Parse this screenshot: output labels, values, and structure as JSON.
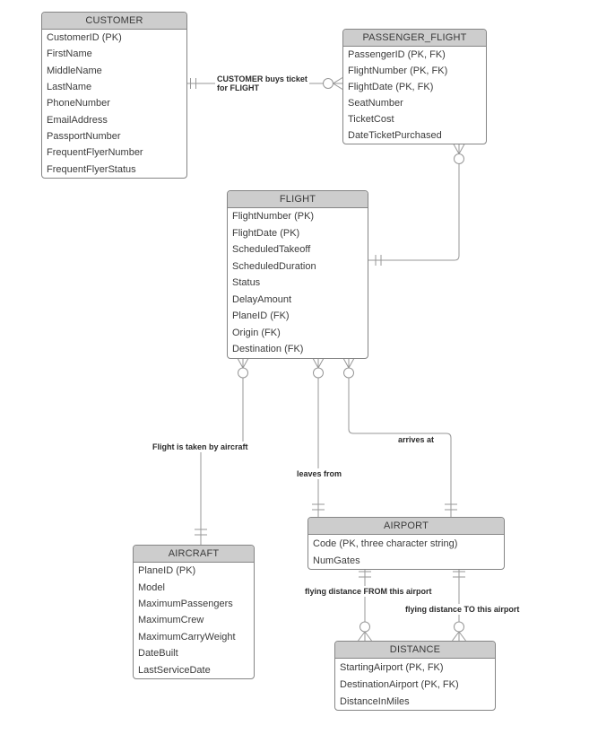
{
  "diagram": {
    "type": "entity-relationship",
    "colors": {
      "background": "#ffffff",
      "entity_border": "#858585",
      "entity_header_fill": "#cdcdcd",
      "entity_text": "#3b3b3b",
      "connector_stroke": "#979797",
      "label_text": "#2b2b2b"
    }
  },
  "entities": {
    "customer": {
      "title": "CUSTOMER",
      "rows": [
        "CustomerID (PK)",
        "FirstName",
        "MiddleName",
        "LastName",
        "PhoneNumber",
        "EmailAddress",
        "PassportNumber",
        "FrequentFlyerNumber",
        "FrequentFlyerStatus"
      ]
    },
    "passenger_flight": {
      "title": "PASSENGER_FLIGHT",
      "rows": [
        "PassengerID (PK, FK)",
        "FlightNumber (PK, FK)",
        "FlightDate (PK, FK)",
        "SeatNumber",
        "TicketCost",
        "DateTicketPurchased"
      ]
    },
    "flight": {
      "title": "FLIGHT",
      "rows": [
        "FlightNumber (PK)",
        "FlightDate (PK)",
        "ScheduledTakeoff",
        "ScheduledDuration",
        "Status",
        "DelayAmount",
        "PlaneID (FK)",
        "Origin (FK)",
        "Destination (FK)"
      ]
    },
    "aircraft": {
      "title": "AIRCRAFT",
      "rows": [
        "PlaneID (PK)",
        "Model",
        "MaximumPassengers",
        "MaximumCrew",
        "MaximumCarryWeight",
        "DateBuilt",
        "LastServiceDate"
      ]
    },
    "airport": {
      "title": "AIRPORT",
      "rows": [
        "Code (PK, three character string)",
        "NumGates"
      ]
    },
    "distance": {
      "title": "DISTANCE",
      "rows": [
        "StartingAirport (PK, FK)",
        "DestinationAirport (PK, FK)",
        "DistanceInMiles"
      ]
    }
  },
  "relationships": {
    "customer_buys": {
      "label_line1": "CUSTOMER buys ticket",
      "label_line2": "for FLIGHT",
      "customer_cardinality": "one and only one",
      "passenger_flight_cardinality": "zero or many"
    },
    "passenger_flight_flight": {
      "label": "",
      "flight_cardinality": "one and only one",
      "passenger_flight_cardinality": "zero or many"
    },
    "flight_aircraft": {
      "label": "Flight is taken by aircraft",
      "aircraft_cardinality": "one and only one",
      "flight_cardinality": "zero or many"
    },
    "leaves_from": {
      "label": "leaves from",
      "airport_cardinality": "one and only one",
      "flight_cardinality": "zero or many"
    },
    "arrives_at": {
      "label": "arrives at",
      "airport_cardinality": "one and only one",
      "flight_cardinality": "zero or many"
    },
    "distance_from": {
      "label": "flying distance FROM this airport",
      "airport_cardinality": "one and only one",
      "distance_cardinality": "zero or many"
    },
    "distance_to": {
      "label": "flying distance TO this airport",
      "airport_cardinality": "one and only one",
      "distance_cardinality": "zero or many"
    }
  }
}
